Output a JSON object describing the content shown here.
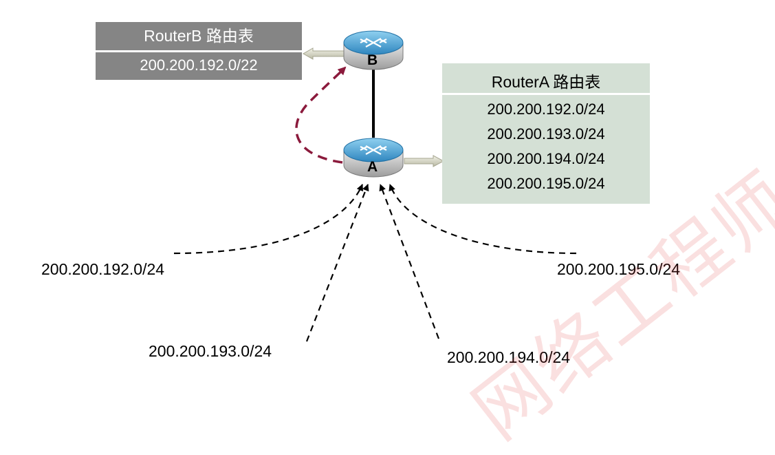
{
  "router_b_table": {
    "title": "RouterB 路由表",
    "entries": [
      "200.200.192.0/22"
    ]
  },
  "router_a_table": {
    "title": "RouterA 路由表",
    "entries": [
      "200.200.192.0/24",
      "200.200.193.0/24",
      "200.200.194.0/24",
      "200.200.195.0/24"
    ]
  },
  "routers": {
    "a": {
      "label": "A"
    },
    "b": {
      "label": "B"
    }
  },
  "networks": [
    "200.200.192.0/24",
    "200.200.193.0/24",
    "200.200.194.0/24",
    "200.200.195.0/24"
  ],
  "watermark": "网络工程师",
  "colors": {
    "router_b_table_bg": "#858585",
    "router_a_table_bg": "#d4e0d5",
    "summary_arrow": "#8b1a3c",
    "router_body": "#4aa3d6"
  }
}
